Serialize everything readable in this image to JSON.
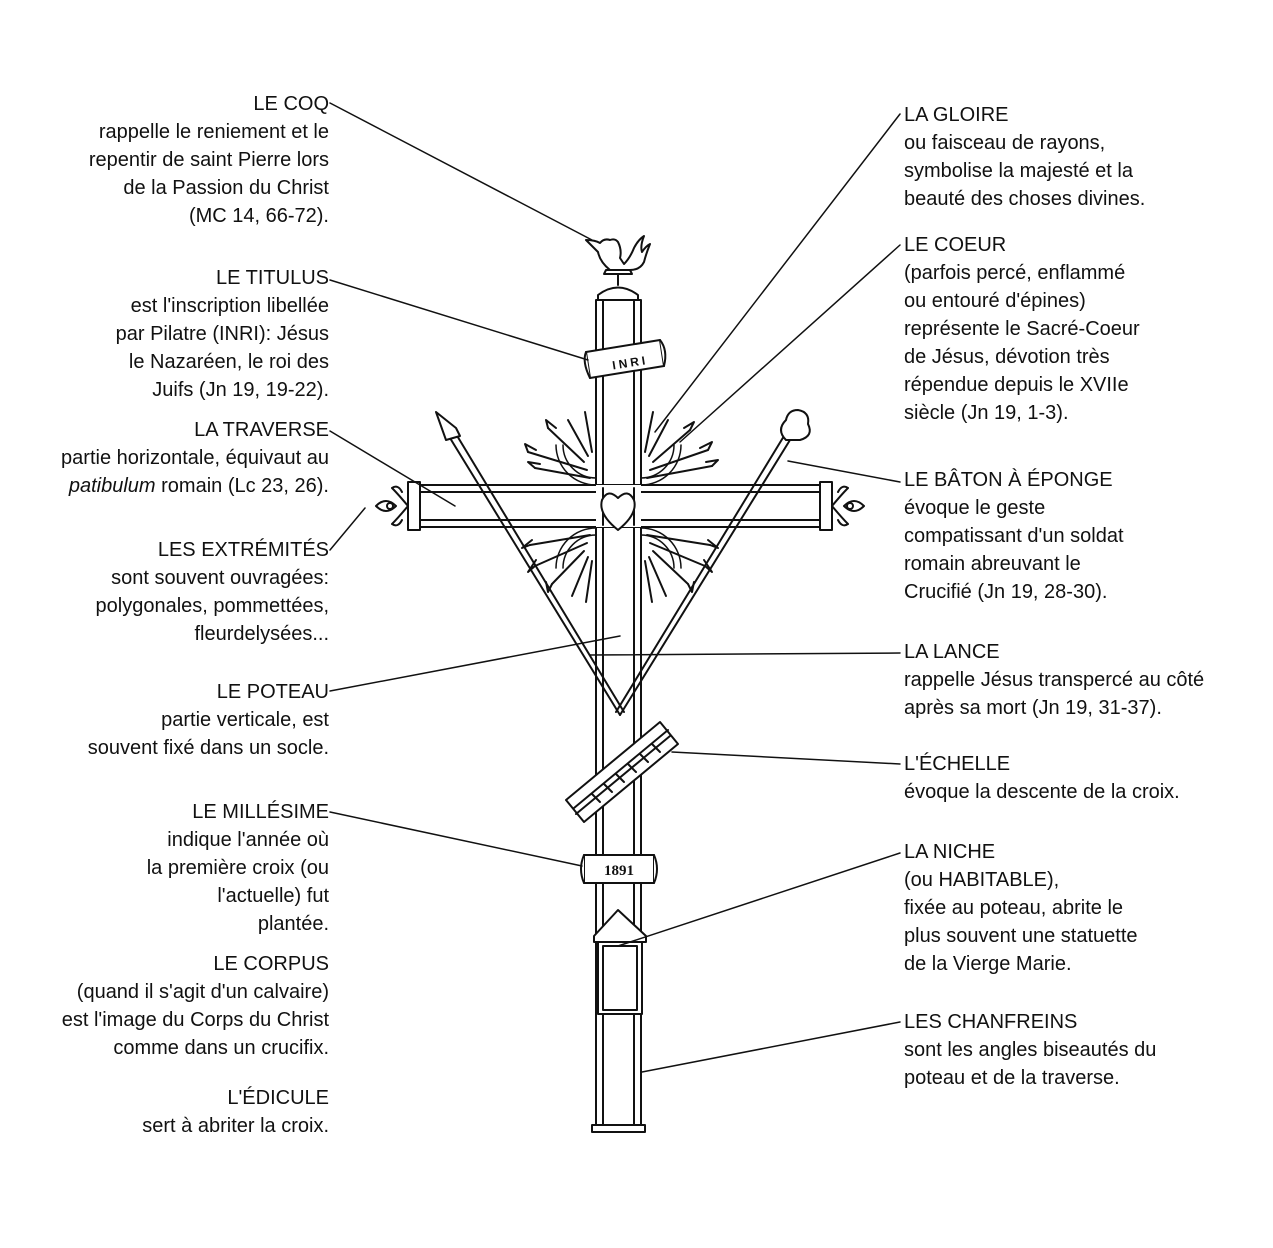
{
  "labels_left": [
    {
      "id": "coq",
      "title": "LE COQ",
      "lines": [
        "rappelle le reniement et le",
        "repentir de saint Pierre lors",
        "de la Passion du Christ",
        "(MC 14, 66-72)."
      ]
    },
    {
      "id": "titulus",
      "title": "LE TITULUS",
      "lines": [
        "est l'inscription libellée",
        "par Pilatre (INRI): Jésus",
        "le Nazaréen, le roi des",
        "Juifs (Jn 19, 19-22)."
      ]
    },
    {
      "id": "traverse",
      "title": "LA TRAVERSE",
      "lines": [
        "partie horizontale, équivaut au"
      ],
      "italic_line": {
        "italic": "patibulum",
        "rest": " romain (Lc 23, 26)."
      }
    },
    {
      "id": "extremites",
      "title": "LES EXTRÉMITÉS",
      "lines": [
        "sont souvent ouvragées:",
        "polygonales, pommettées,",
        "fleurdelysées..."
      ]
    },
    {
      "id": "poteau",
      "title": "LE POTEAU",
      "lines": [
        "partie verticale, est",
        "souvent fixé dans un socle."
      ]
    },
    {
      "id": "millesime",
      "title": "LE MILLÉSIME",
      "lines": [
        "indique l'année où",
        "la première croix (ou",
        "l'actuelle) fut",
        "plantée."
      ]
    },
    {
      "id": "corpus",
      "title": "LE CORPUS",
      "lines": [
        "(quand il s'agit d'un calvaire)",
        "est l'image du Corps du Christ",
        "comme dans un crucifix."
      ]
    },
    {
      "id": "edicule",
      "title": "L'ÉDICULE",
      "lines": [
        "sert à abriter la croix."
      ]
    }
  ],
  "labels_right": [
    {
      "id": "gloire",
      "title": "LA GLOIRE",
      "lines": [
        "ou faisceau de rayons,",
        "symbolise la majesté et la",
        "beauté des choses divines."
      ]
    },
    {
      "id": "coeur",
      "title": "LE COEUR",
      "lines": [
        "(parfois percé, enflammé",
        "ou entouré d'épines)",
        "représente le Sacré-Coeur",
        "de Jésus, dévotion très",
        "répendue depuis le XVIIe",
        "siècle (Jn 19, 1-3)."
      ]
    },
    {
      "id": "baton",
      "title": "LE BÂTON À ÉPONGE",
      "lines": [
        "évoque le geste",
        "compatissant d'un soldat",
        "romain abreuvant le",
        "Crucifié (Jn 19, 28-30)."
      ]
    },
    {
      "id": "lance",
      "title": "LA LANCE",
      "lines": [
        "rappelle Jésus transpercé au côté",
        "après sa mort (Jn 19, 31-37)."
      ]
    },
    {
      "id": "echelle",
      "title": "L'ÉCHELLE",
      "lines": [
        "évoque la descente de la croix."
      ]
    },
    {
      "id": "niche",
      "title": "LA NICHE",
      "lines": [
        "(ou HABITABLE),",
        "fixée au poteau, abrite le",
        "plus souvent une statuette",
        "de la Vierge Marie."
      ]
    },
    {
      "id": "chanfreins",
      "title": "LES CHANFREINS",
      "lines": [
        "sont les angles biseautés du",
        "poteau et de la traverse."
      ]
    }
  ],
  "cross": {
    "titulus_text": "INRI",
    "millesime_text": "1891"
  },
  "colors": {
    "ink": "#111111",
    "background": "#ffffff"
  }
}
